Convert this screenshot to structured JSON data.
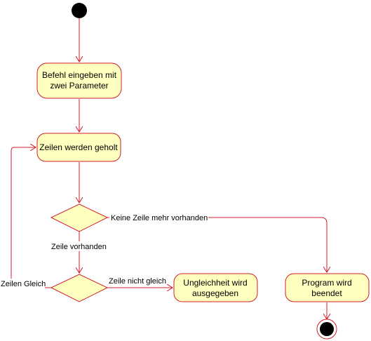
{
  "diagram": {
    "colors": {
      "stroke": "#d01e2a",
      "node_fill": "#ffffc0",
      "initial_fill": "#000000",
      "text": "#000000",
      "background": "#ffffff"
    },
    "nodes": {
      "befehl": {
        "line1": "Befehl eingeben mit",
        "line2": "zwei Parameter"
      },
      "zeilen_geholt": {
        "label": "Zeilen werden geholt"
      },
      "ungleichheit": {
        "line1": "Ungleichheit wird",
        "line2": "ausgegeben"
      },
      "program_beendet": {
        "line1": "Program wird",
        "line2": "beendet"
      }
    },
    "edges": {
      "keine_zeile": "Keine Zeile mehr vorhanden",
      "zeile_vorhanden": "Zeile vorhanden",
      "zeile_nicht_gleich": "Zeile nicht gleich",
      "zeilen_gleich": "Zeilen Gleich"
    }
  }
}
